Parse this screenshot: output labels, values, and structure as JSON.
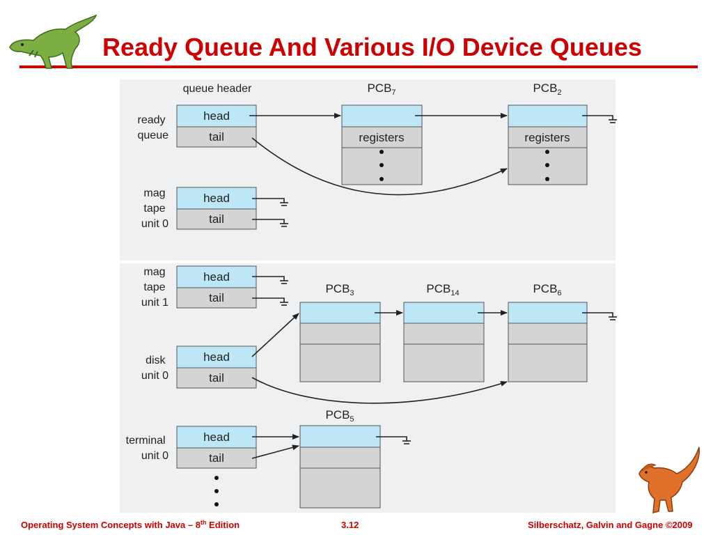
{
  "slide": {
    "title": "Ready Queue And Various I/O Device Queues",
    "footer_left_main": "Operating System Concepts  with Java – 8",
    "footer_left_sup": "th",
    "footer_left_end": " Edition",
    "footer_center": "3.12",
    "footer_right": "Silberschatz, Galvin and Gagne ©2009"
  },
  "colors": {
    "title": "#cc0000",
    "header_cell": "#bde6f6",
    "body_cell": "#d2d4d6",
    "panel": "#eef0f2",
    "line": "#222222"
  },
  "diagram": {
    "queue_header_label": "queue header",
    "head_label": "head",
    "tail_label": "tail",
    "registers_label": "registers",
    "pcb_prefix": "PCB",
    "queues": [
      {
        "lines": [
          "ready",
          "queue"
        ]
      },
      {
        "lines": [
          "mag",
          "tape",
          "unit 0"
        ]
      },
      {
        "lines": [
          "mag",
          "tape",
          "unit 1"
        ]
      },
      {
        "lines": [
          "disk",
          "unit 0"
        ]
      },
      {
        "lines": [
          "terminal",
          "unit 0"
        ]
      }
    ],
    "pcbs": [
      {
        "sub": "7"
      },
      {
        "sub": "2"
      },
      {
        "sub": "3"
      },
      {
        "sub": "14"
      },
      {
        "sub": "6"
      },
      {
        "sub": "5"
      }
    ]
  },
  "icons": {
    "top": "green-dinosaur-icon",
    "bottom": "orange-dinosaur-icon"
  }
}
